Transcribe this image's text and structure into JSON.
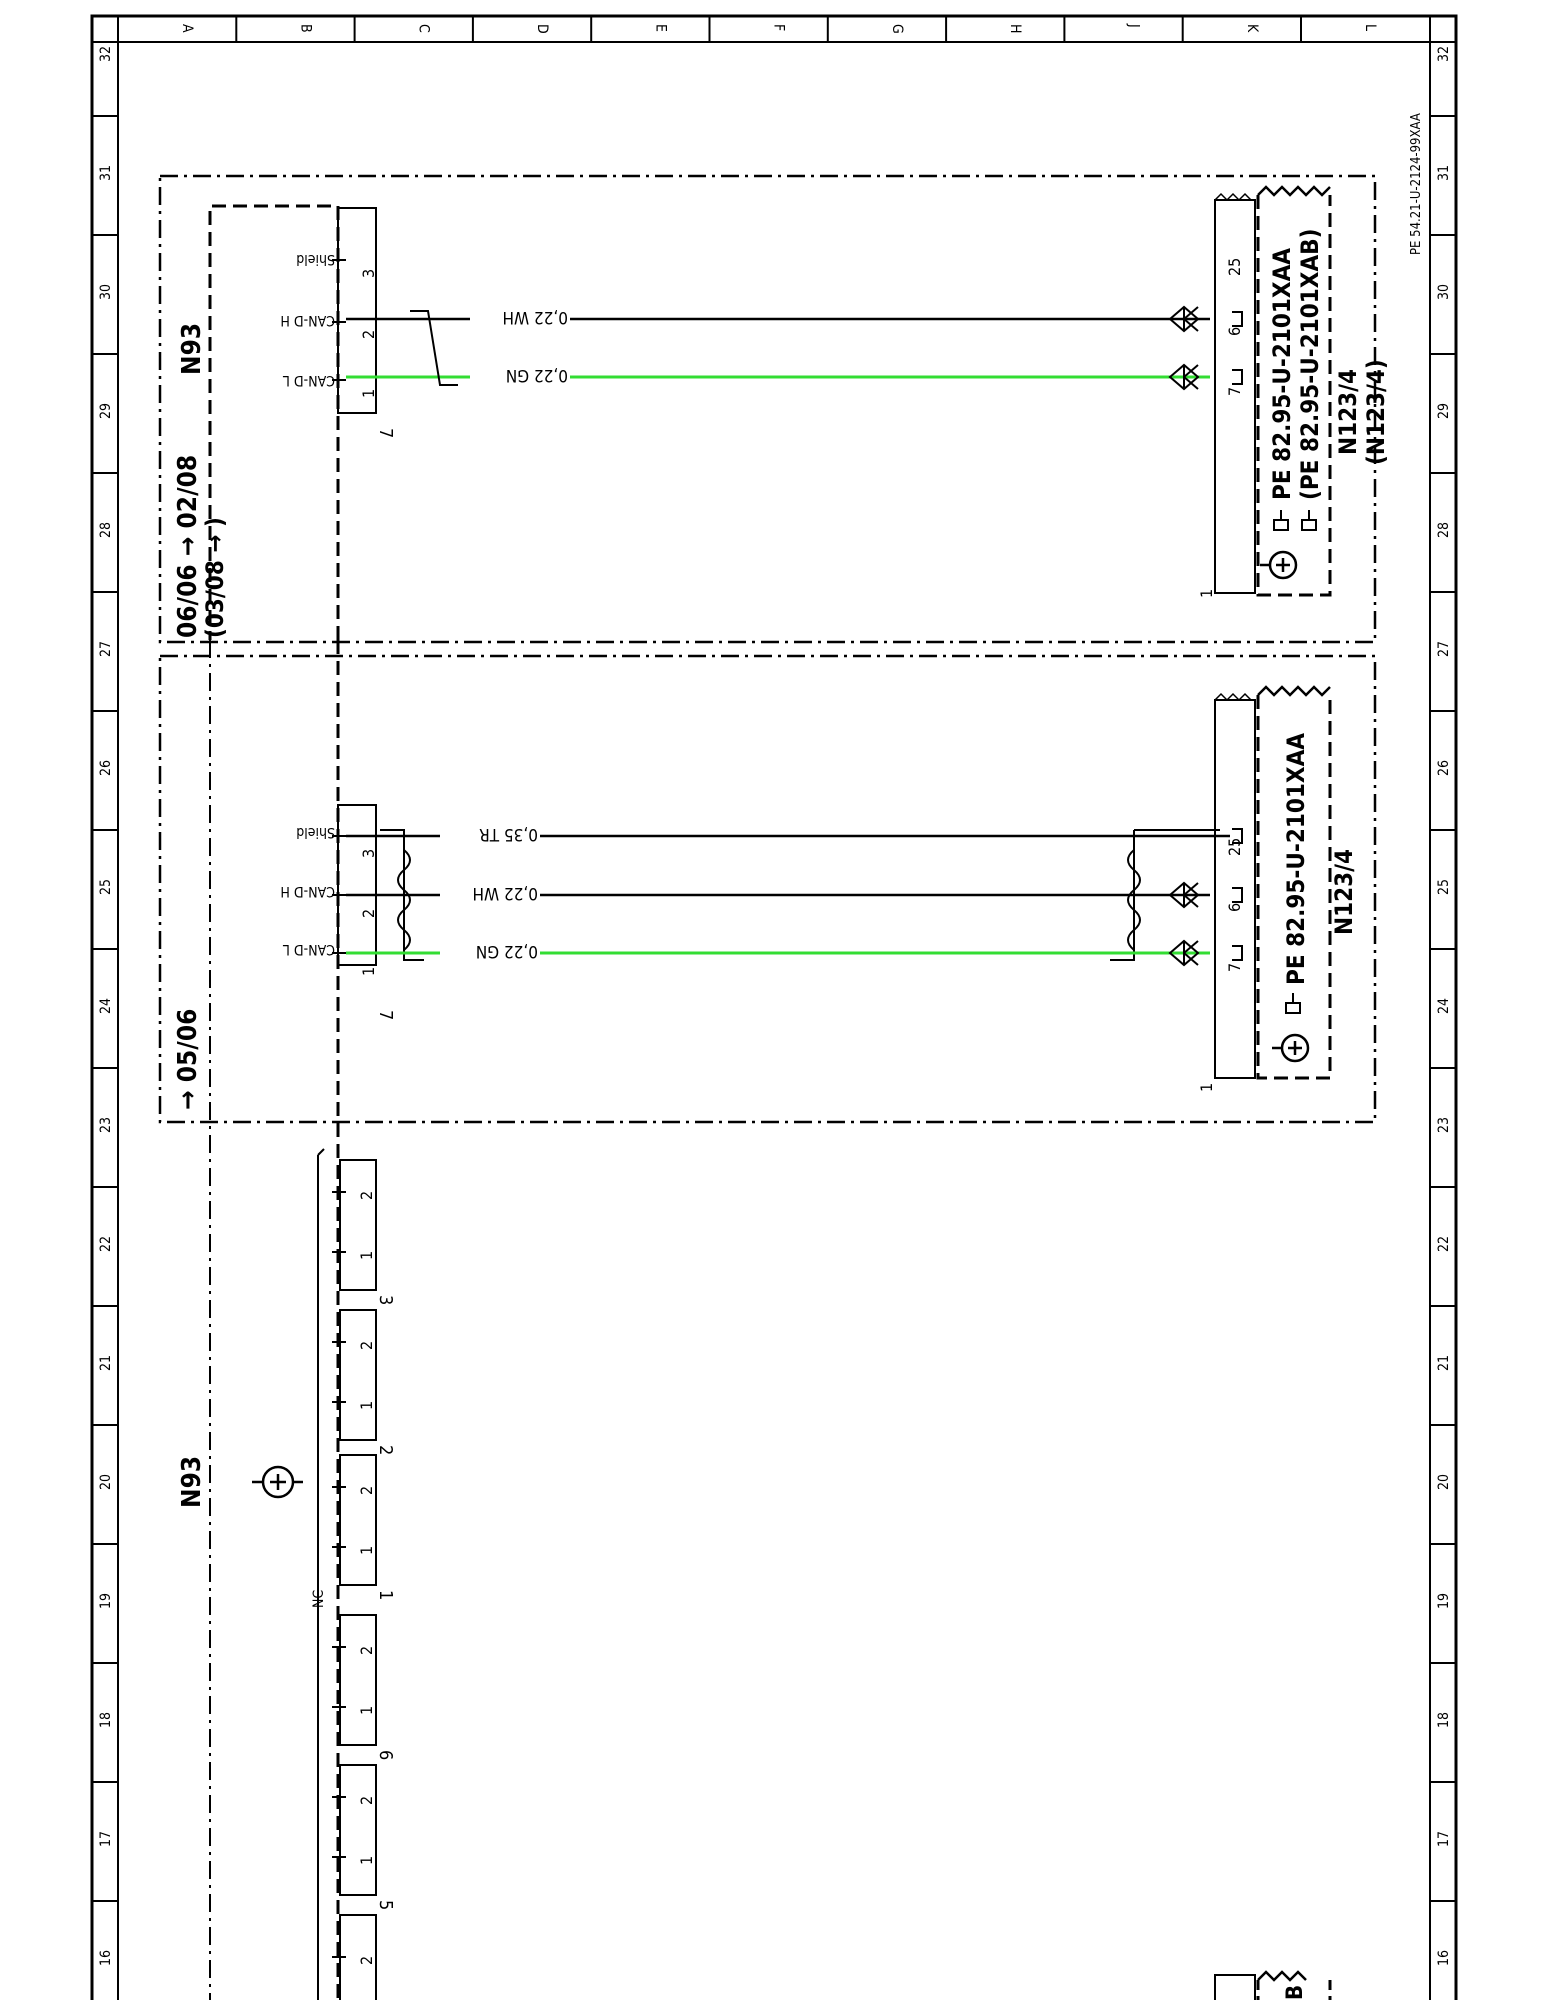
{
  "drawing_id": "PE 54.21-U-2124-99XAA",
  "columns": [
    "A",
    "B",
    "C",
    "D",
    "E",
    "F",
    "G",
    "H",
    "J",
    "K",
    "L"
  ],
  "rows": [
    "32",
    "31",
    "30",
    "29",
    "28",
    "27",
    "26",
    "25",
    "24",
    "23",
    "22",
    "21",
    "20",
    "19",
    "18",
    "17",
    "16"
  ],
  "colors": {
    "can_low": "#33dd33",
    "line": "#000000"
  },
  "upper_variant": {
    "component": "N93",
    "date_range": "06/06 → 02/08",
    "date_range_alt": "(03/08 → )",
    "connector": "7",
    "pins": [
      {
        "num": "3",
        "signal": "Shield"
      },
      {
        "num": "2",
        "signal": "CAN-D H"
      },
      {
        "num": "1",
        "signal": "CAN-D L"
      }
    ],
    "wires": [
      {
        "label": "0,22 WH",
        "color": "black"
      },
      {
        "label": "0,22 GN",
        "color": "green"
      }
    ],
    "far_pins": [
      "25",
      "6",
      "7"
    ],
    "far_connector": "1",
    "refs": [
      "PE  82.95-U-2101XAA",
      "(PE  82.95-U-2101XAB)"
    ],
    "target": "N123/4",
    "target_alt": "(N123/4)"
  },
  "lower_variant": {
    "date_range": "→ 05/06",
    "connector": "7",
    "pins": [
      {
        "num": "3",
        "signal": "Shield"
      },
      {
        "num": "2",
        "signal": "CAN-D H"
      },
      {
        "num": "1",
        "signal": "CAN-D L"
      }
    ],
    "wires": [
      {
        "label": "0,35 TR",
        "color": "black"
      },
      {
        "label": "0,22 WH",
        "color": "black"
      },
      {
        "label": "0,22 GN",
        "color": "green"
      }
    ],
    "far_pins": [
      "25",
      "6",
      "7"
    ],
    "far_connector": "1",
    "refs": [
      "PE  82.95-U-2101XAA"
    ],
    "target": "N123/4"
  },
  "main_component": {
    "label": "N93",
    "nc_label": "NC",
    "connectors": [
      {
        "num": "1",
        "pins": [
          "1",
          "2"
        ]
      },
      {
        "num": "2",
        "pins": [
          "1",
          "2"
        ]
      },
      {
        "num": "3",
        "pins": [
          "1",
          "2"
        ]
      },
      {
        "num": "5",
        "pins": [
          "1",
          "2"
        ]
      },
      {
        "num": "6",
        "pins": [
          "1",
          "2"
        ]
      }
    ],
    "bottom_pin": "2"
  },
  "bottom_right_partial": "B"
}
